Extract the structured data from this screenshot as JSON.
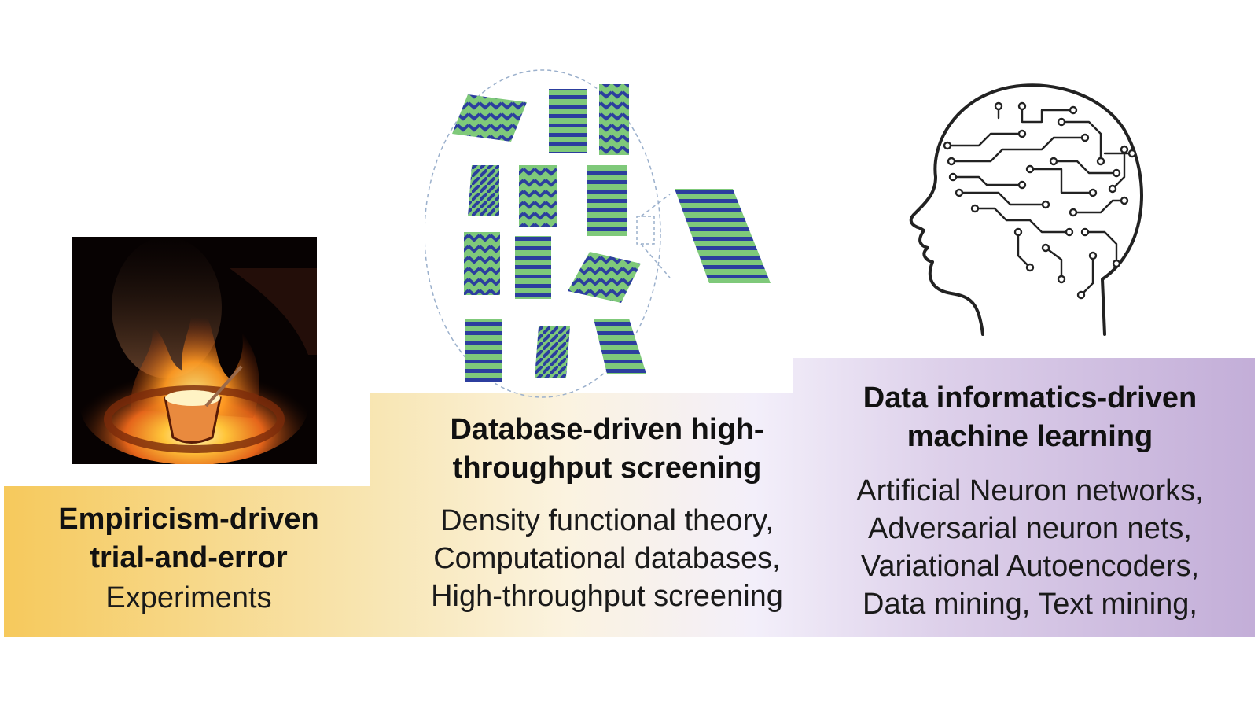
{
  "steps": [
    {
      "title": "Empiricism-driven\ntrial-and-error",
      "items": [
        "Experiments"
      ],
      "color": "#f6cf6a"
    },
    {
      "title": "Database-driven high-\nthroughput screening",
      "items": [
        "Density functional theory,",
        "Computational databases,",
        "High-throughput screening"
      ],
      "color": "#fbf1d6"
    },
    {
      "title": "Data informatics-driven\nmachine learning",
      "items": [
        "Artificial Neuron networks,",
        "Adversarial neuron nets,",
        "Variational Autoencoders,",
        "Data mining, Text mining,"
      ],
      "color": "#c7b3da"
    }
  ],
  "icons": {
    "fire": "fire-photo",
    "crystals": "crystal-structures",
    "brain": "brain-circuit-icon"
  },
  "colors": {
    "crystal_green": "#7fc97a",
    "crystal_blue": "#2c3e9e",
    "brain_line": "#222222"
  }
}
